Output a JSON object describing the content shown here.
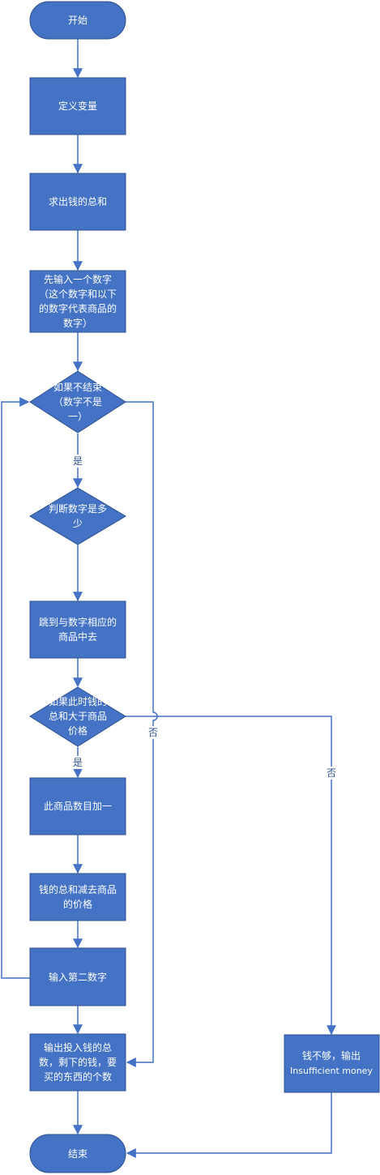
{
  "nodes": {
    "start": [
      "开始"
    ],
    "define_vars": [
      "定义变量"
    ],
    "sum_money": [
      "求出钱的总和"
    ],
    "input_first": [
      "先输入一个数字",
      "（这个数字和以下",
      "的数字代表商品的",
      "数字）"
    ],
    "loop_check": [
      "如果不结束",
      "（数字不是",
      "一）"
    ],
    "judge_number": [
      "判断数字是多",
      "少"
    ],
    "jump_item": [
      "跳到与数字相应的",
      "商品中去"
    ],
    "money_check": [
      "如果此时钱的",
      "总和大于商品",
      "价格"
    ],
    "count_plus": [
      "此商品数目加一"
    ],
    "subtract": [
      "钱的总和减去商品",
      "的价格"
    ],
    "input_second": [
      "输入第二数字"
    ],
    "output_result": [
      "输出投入钱的总",
      "数，剩下的钱，要",
      "买的东西的个数"
    ],
    "not_enough": [
      "钱不够，输出",
      "Insufficient money"
    ],
    "end": [
      "结束"
    ]
  },
  "edge_labels": {
    "loop_yes": "是",
    "loop_no": "否",
    "money_yes": "是",
    "money_no": "否"
  }
}
